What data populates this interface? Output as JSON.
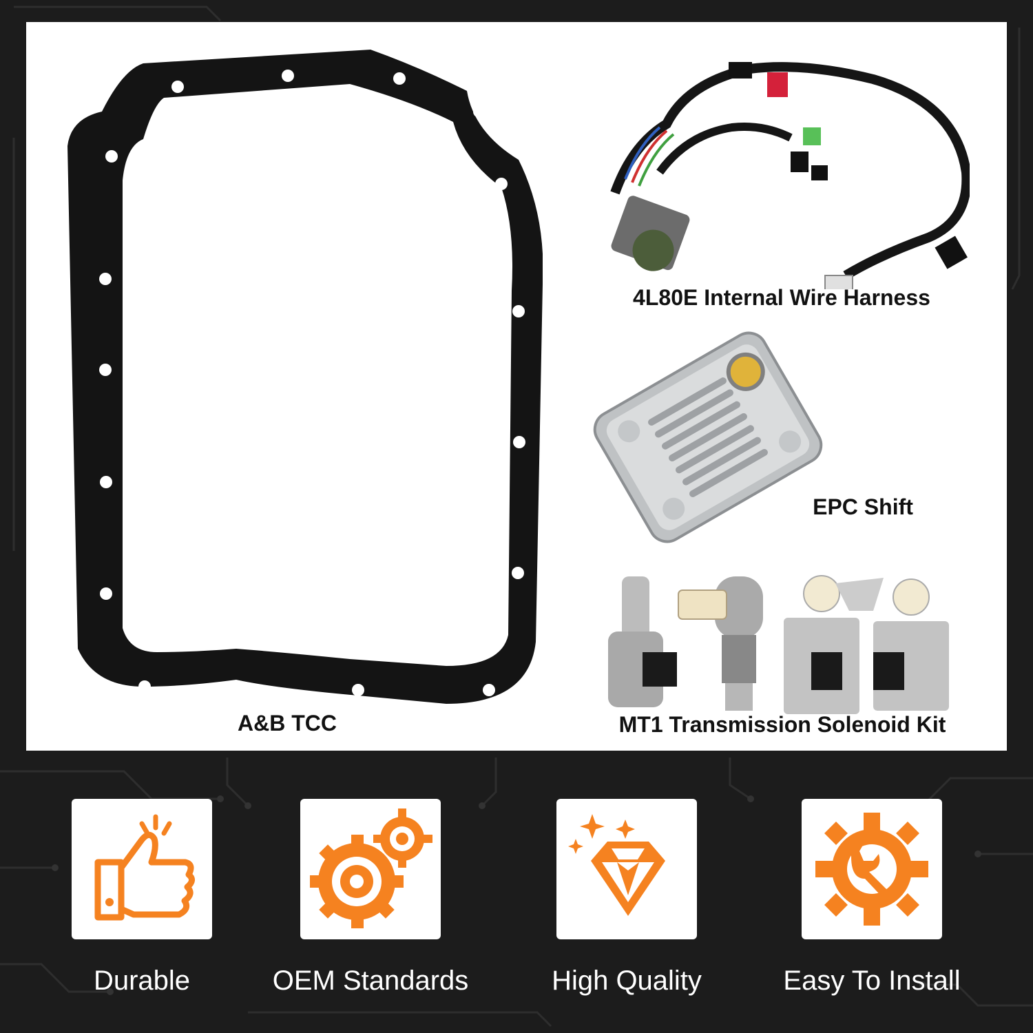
{
  "products": {
    "gasket_label": "A&B TCC",
    "harness_label": "4L80E Internal Wire Harness",
    "filter_label": "EPC Shift",
    "solenoid_label": "MT1 Transmission Solenoid Kit"
  },
  "features": [
    {
      "label": "Durable",
      "icon": "thumbs-up-icon"
    },
    {
      "label": "OEM Standards",
      "icon": "gears-icon"
    },
    {
      "label": "High Quality",
      "icon": "diamond-icon"
    },
    {
      "label": "Easy To Install",
      "icon": "wrench-gear-icon"
    }
  ],
  "colors": {
    "accent": "#f58220",
    "background": "#1c1c1c",
    "panel": "#ffffff"
  }
}
